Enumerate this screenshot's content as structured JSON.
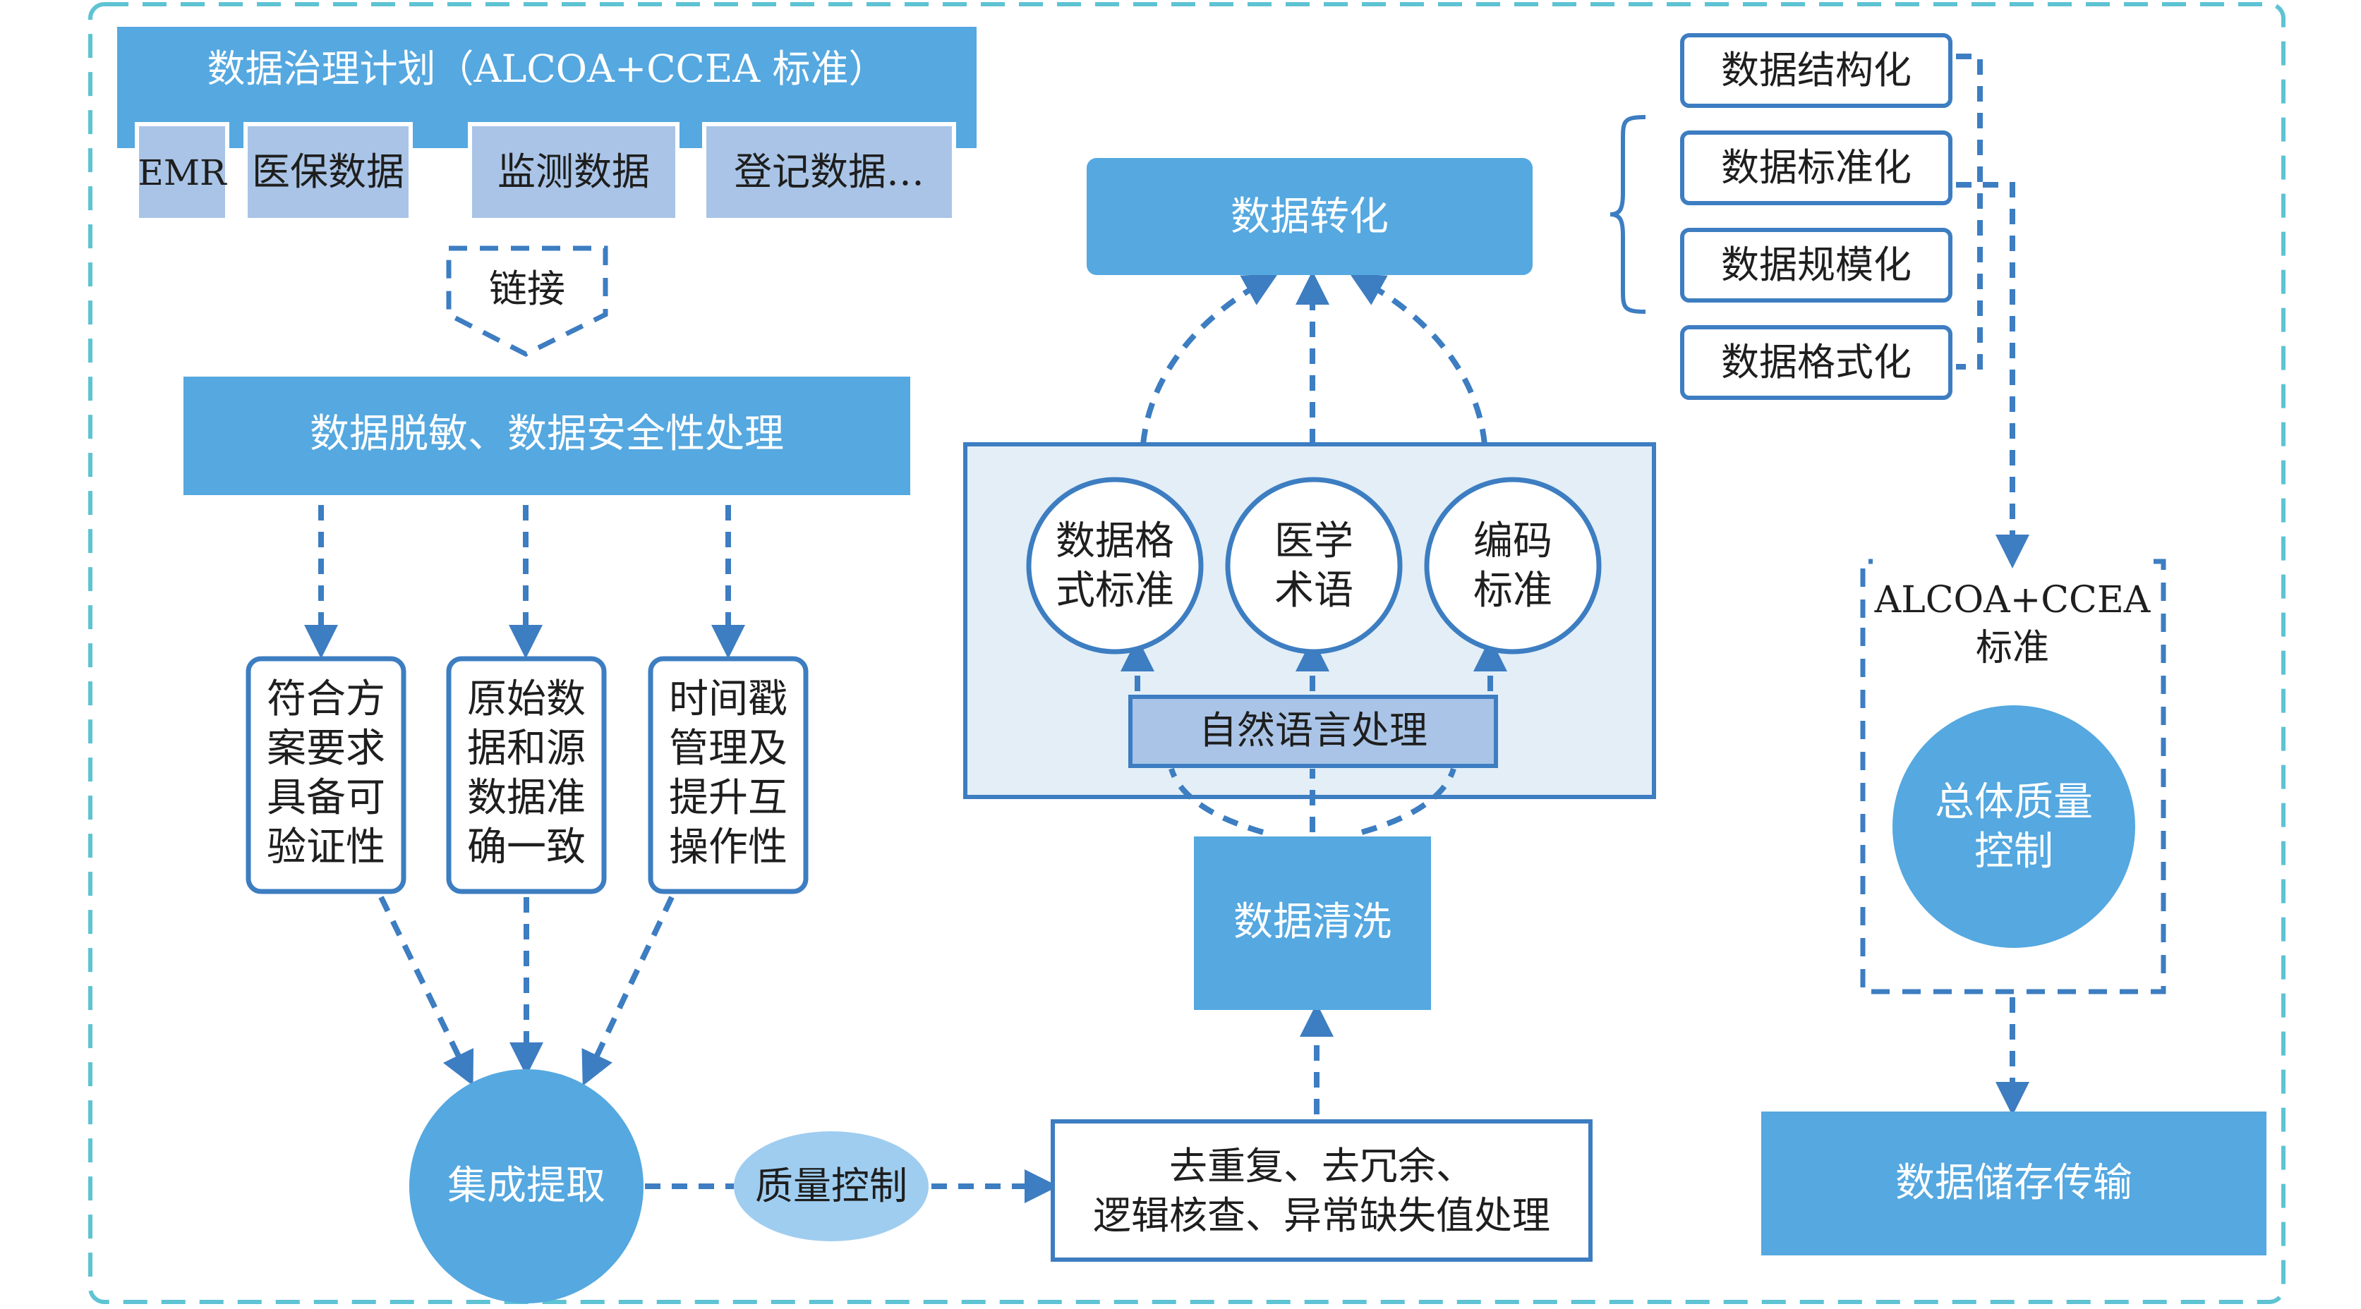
{
  "plan": {
    "title": "数据治理计划（ALCOA+CCEA 标准）",
    "sources": [
      "EMR",
      "医保数据",
      "监测数据",
      "登记数据…"
    ]
  },
  "link_label": "链接",
  "desensitize": "数据脱敏、数据安全性处理",
  "requirements": [
    [
      "符合方",
      "案要求",
      "具备可",
      "验证性"
    ],
    [
      "原始数",
      "据和源",
      "数据准",
      "确一致"
    ],
    [
      "时间戳",
      "管理及",
      "提升互",
      "操作性"
    ]
  ],
  "extract": "集成提取",
  "quality_control": "质量控制",
  "cleaning_ops": [
    "去重复、去冗余、",
    "逻辑核查、异常缺失值处理"
  ],
  "cleaning": "数据清洗",
  "nlp": "自然语言处理",
  "standards": [
    [
      "数据格",
      "式标准"
    ],
    [
      "医学",
      "术语"
    ],
    [
      "编码",
      "标准"
    ]
  ],
  "transform": "数据转化",
  "transform_steps": [
    "数据结构化",
    "数据标准化",
    "数据规模化",
    "数据格式化"
  ],
  "alcoa": [
    "ALCOA+CCEA",
    "标准"
  ],
  "overall_qc": [
    "总体质量",
    "控制"
  ],
  "storage": "数据储存传输",
  "colors": {
    "primary": "#55a8e0",
    "light": "#a9c4e6",
    "panel": "#e3eef7",
    "border": "#3d7dc1",
    "dashed_frame": "#5ec3d3",
    "ellipse": "#9fcdf0"
  }
}
